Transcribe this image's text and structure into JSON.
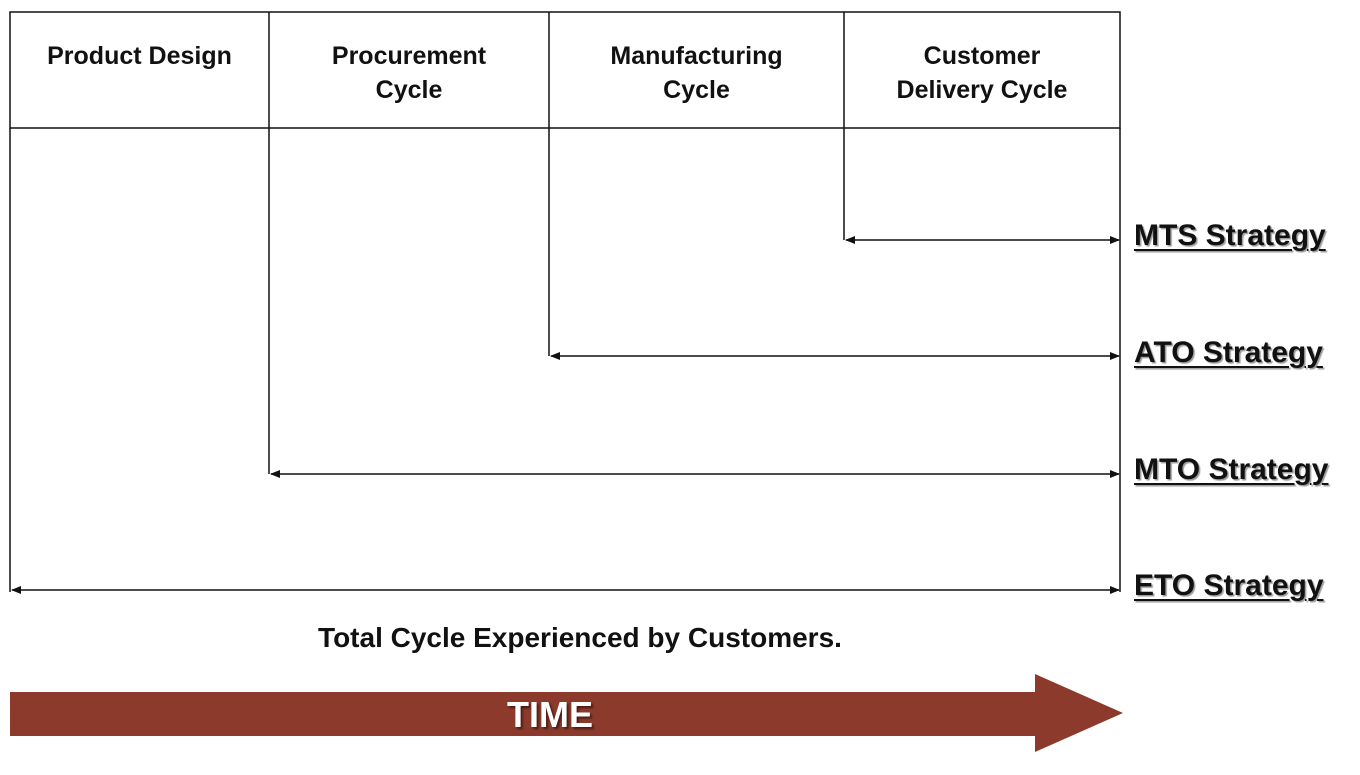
{
  "headers": [
    {
      "label": "Product Design"
    },
    {
      "label": "Procurement\nCycle"
    },
    {
      "label": "Manufacturing\nCycle"
    },
    {
      "label": "Customer\nDelivery Cycle"
    }
  ],
  "strategies": [
    {
      "label": "MTS Strategy"
    },
    {
      "label": "ATO Strategy"
    },
    {
      "label": "MTO Strategy"
    },
    {
      "label": "ETO Strategy"
    }
  ],
  "caption": "Total Cycle Experienced by Customers.",
  "time_arrow": {
    "label": "TIME",
    "color": "#8b3a2c"
  },
  "colors": {
    "lines": "#111111",
    "background": "#ffffff"
  }
}
